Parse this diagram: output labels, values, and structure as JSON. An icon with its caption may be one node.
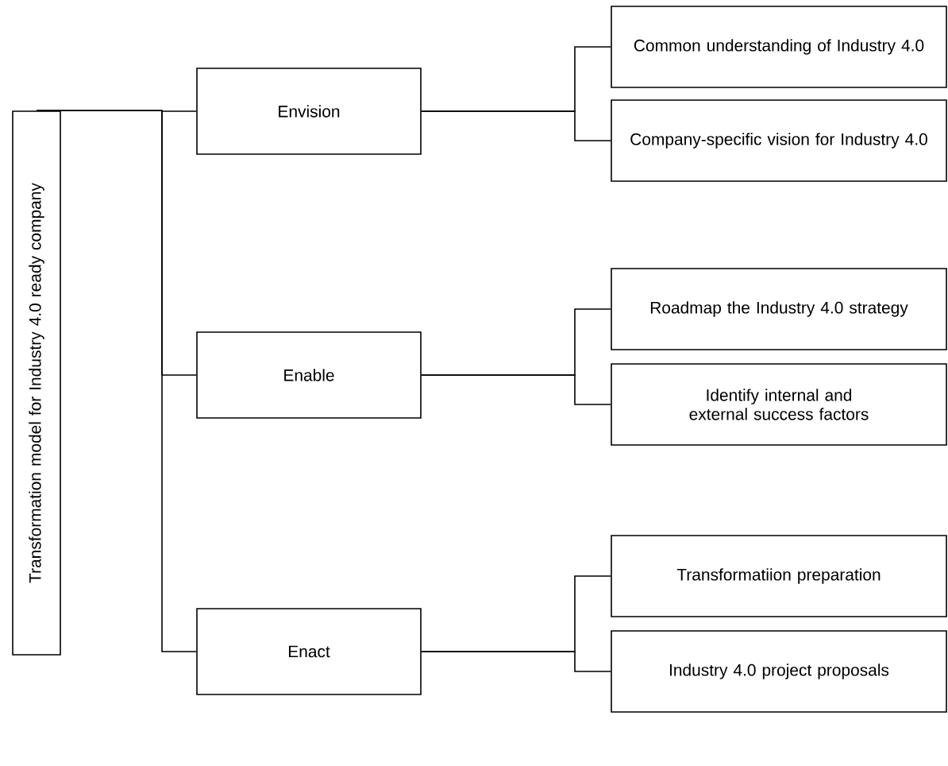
{
  "diagram": {
    "nodes": [
      {
        "text": [
          "Transformation model for Industry 4.0 ready company"
        ]
      },
      {
        "text": [
          "Envision"
        ]
      },
      {
        "text": [
          "Common understanding of Industry 4.0"
        ]
      },
      {
        "text": [
          "Company-specific vision for Industry 4.0"
        ]
      },
      {
        "text": [
          "Enable"
        ]
      },
      {
        "text": [
          "Roadmap the Industry 4.0 strategy"
        ]
      },
      {
        "text": [
          "Identify internal and external success factors"
        ]
      },
      {
        "text": [
          "Enact"
        ]
      },
      {
        "text": [
          "Transformatiion preparation"
        ]
      },
      {
        "text": [
          "Industry 4.0 project proposals"
        ]
      }
    ],
    "edges": [
      {
        "from": 0,
        "to": 1,
        "arrow": "none"
      },
      {
        "from": 0,
        "to": 4,
        "arrow": "none"
      },
      {
        "from": 0,
        "to": 7,
        "arrow": "none"
      },
      {
        "from": 1,
        "to": 2,
        "arrow": "none"
      },
      {
        "from": 1,
        "to": 3,
        "arrow": "none"
      },
      {
        "from": 4,
        "to": 5,
        "arrow": "none"
      },
      {
        "from": 4,
        "to": 6,
        "arrow": "none"
      },
      {
        "from": 7,
        "to": 8,
        "arrow": "none"
      },
      {
        "from": 7,
        "to": 9,
        "arrow": "none"
      }
    ]
  }
}
